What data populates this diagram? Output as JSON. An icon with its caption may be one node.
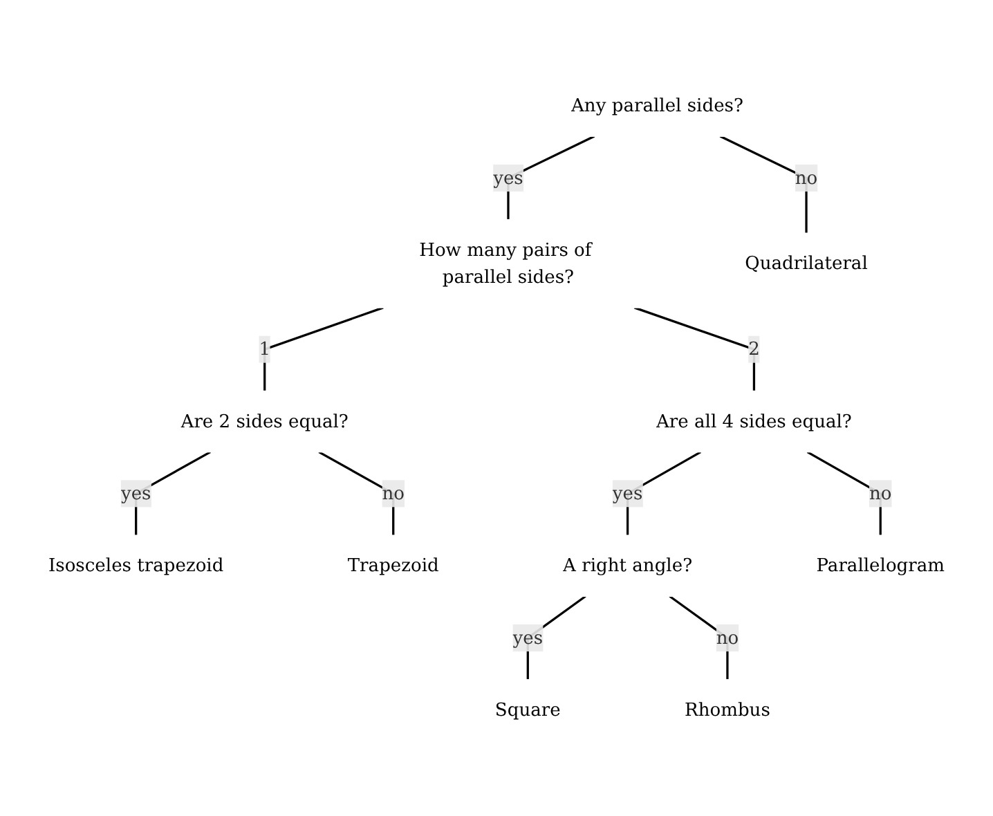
{
  "diagram": {
    "nodes": [
      {
        "text": [
          "Any parallel sides?"
        ]
      },
      {
        "text": [
          "How many pairs of parallel sides?"
        ]
      },
      {
        "text": [
          "Quadrilateral"
        ]
      },
      {
        "text": [
          "Are 2 sides equal?"
        ]
      },
      {
        "text": [
          "Are all 4 sides equal?"
        ]
      },
      {
        "text": [
          "Isosceles trapezoid"
        ]
      },
      {
        "text": [
          "Trapezoid"
        ]
      },
      {
        "text": [
          "A right angle?"
        ]
      },
      {
        "text": [
          "Parallelogram"
        ]
      },
      {
        "text": [
          "Square"
        ]
      },
      {
        "text": [
          "Rhombus"
        ]
      }
    ],
    "edges": [
      {
        "from": 0,
        "to": 1,
        "arrow": "none",
        "label": "yes"
      },
      {
        "from": 0,
        "to": 2,
        "arrow": "none",
        "label": "no"
      },
      {
        "from": 1,
        "to": 3,
        "arrow": "none",
        "label": "1"
      },
      {
        "from": 1,
        "to": 4,
        "arrow": "none",
        "label": "2"
      },
      {
        "from": 3,
        "to": 5,
        "arrow": "none",
        "label": "yes"
      },
      {
        "from": 3,
        "to": 6,
        "arrow": "none",
        "label": "no"
      },
      {
        "from": 4,
        "to": 7,
        "arrow": "none",
        "label": "yes"
      },
      {
        "from": 4,
        "to": 8,
        "arrow": "none",
        "label": "no"
      },
      {
        "from": 7,
        "to": 9,
        "arrow": "none",
        "label": "yes"
      },
      {
        "from": 7,
        "to": 10,
        "arrow": "none",
        "label": "no"
      }
    ]
  }
}
